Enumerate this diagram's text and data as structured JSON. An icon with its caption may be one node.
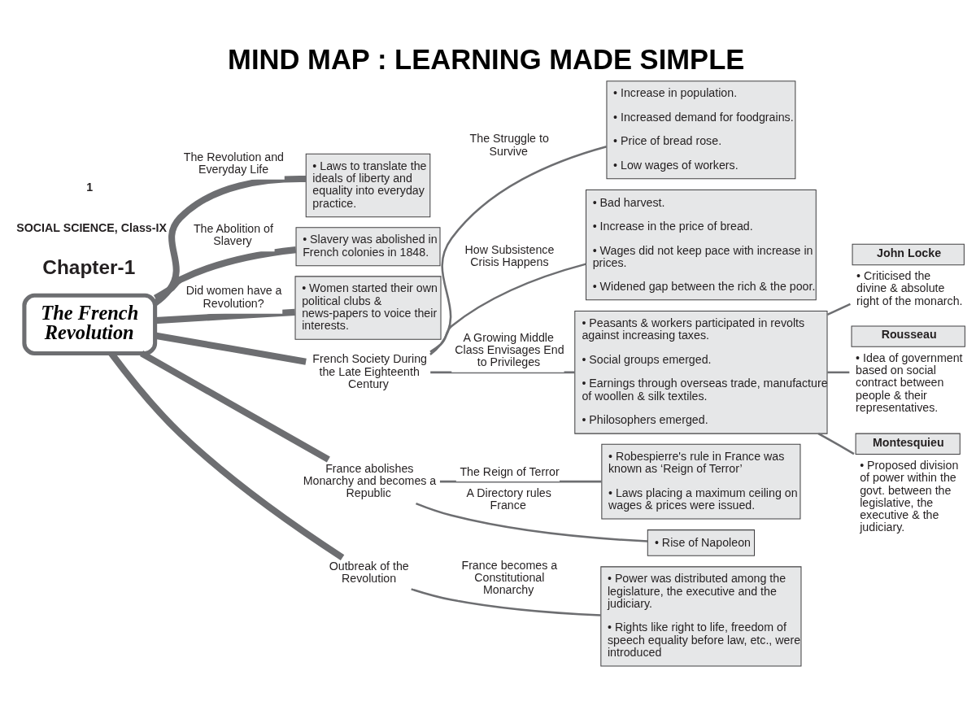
{
  "diagram": {
    "title": "MIND MAP : LEARNING MADE SIMPLE",
    "nodes": [
      {
        "text": [
          "• Laws to translate the ideals of liberty and equality into everyday practice."
        ]
      },
      {
        "text": [
          "• Slavery was abolished in French colonies in 1848."
        ]
      },
      {
        "text": [
          "• Women started their own political clubs & news-papers to voice their interests."
        ]
      },
      {
        "text": [
          "The French Revolution"
        ]
      },
      {
        "text": [
          "French Society During the Late Eighteenth Century"
        ]
      },
      {
        "text": [
          "• Increase in population.",
          "• Increased demand for foodgrains.",
          "• Price of bread rose.",
          "• Low wages of workers."
        ]
      },
      {
        "text": [
          "• Bad harvest.",
          "• Increase in the price of bread.",
          "• Wages did not keep pace with increase in prices.",
          "• Widened gap between the rich & the poor."
        ]
      },
      {
        "text": [
          "• Peasants & workers participated in revolts against increasing taxes.",
          "• Social groups emerged.",
          "• Earnings through overseas trade, manufacture of woollen & silk textiles.",
          "• Philosophers emerged."
        ]
      },
      {
        "text": [
          "John Locke"
        ],
        "beside": [
          "• Criticised the divine & absolute right of the monarch."
        ]
      },
      {
        "text": [
          "Rousseau"
        ],
        "beside": [
          "• Idea of government based on social contract between people & their representatives."
        ]
      },
      {
        "text": [
          "Montesquieu"
        ],
        "beside": [
          "• Proposed division of power within the govt. between the legislative, the executive & the judiciary."
        ]
      },
      {
        "text": [
          "France abolishes Monarchy and becomes a Republic"
        ]
      },
      {
        "text": [
          "• Robespierre's rule in France was known as ‘Reign of Terror’",
          "• Laws placing a maximum ceiling on wages & prices were issued."
        ]
      },
      {
        "text": [
          "Outbreak of the Revolution"
        ]
      },
      {
        "text": [
          "• Power was distributed among the legislature, the executive and the judiciary.",
          "• Rights like right to life, freedom of speech equality before law, etc., were introduced"
        ]
      },
      {
        "text": [
          "• Rise of Napoleon"
        ]
      }
    ],
    "edges": [
      {
        "from": 3,
        "to": 0,
        "arrow": "none",
        "label": "The Revolution and Everyday Life",
        "style": "thick"
      },
      {
        "from": 3,
        "to": 1,
        "arrow": "none",
        "label": "The Abolition of Slavery",
        "style": "thick"
      },
      {
        "from": 3,
        "to": 2,
        "arrow": "none",
        "label": "Did women have a Revolution?",
        "style": "thick"
      },
      {
        "from": 3,
        "to": 4,
        "arrow": "none",
        "style": "thick"
      },
      {
        "from": 4,
        "to": 5,
        "arrow": "none",
        "label": "The Struggle to Survive"
      },
      {
        "from": 4,
        "to": 6,
        "arrow": "none",
        "label": "How Subsistence Crisis Happens"
      },
      {
        "from": 4,
        "to": 7,
        "arrow": "none",
        "label": "A Growing Middle Class Envisages End to Privileges"
      },
      {
        "from": 7,
        "to": 8,
        "arrow": "none"
      },
      {
        "from": 7,
        "to": 9,
        "arrow": "none"
      },
      {
        "from": 7,
        "to": 10,
        "arrow": "none"
      },
      {
        "from": 3,
        "to": 11,
        "arrow": "none",
        "style": "thick"
      },
      {
        "from": 11,
        "to": 12,
        "arrow": "none",
        "label": "The Reign of Terror"
      },
      {
        "from": 11,
        "to": 15,
        "arrow": "none",
        "label": "A Directory rules France"
      },
      {
        "from": 3,
        "to": 13,
        "arrow": "none",
        "style": "thick"
      },
      {
        "from": 13,
        "to": 14,
        "arrow": "none",
        "label": "France becomes a Constitutional Monarchy"
      }
    ],
    "labels": [
      "Chapter-1",
      "SOCIAL SCIENCE, Class-IX",
      "1"
    ]
  }
}
